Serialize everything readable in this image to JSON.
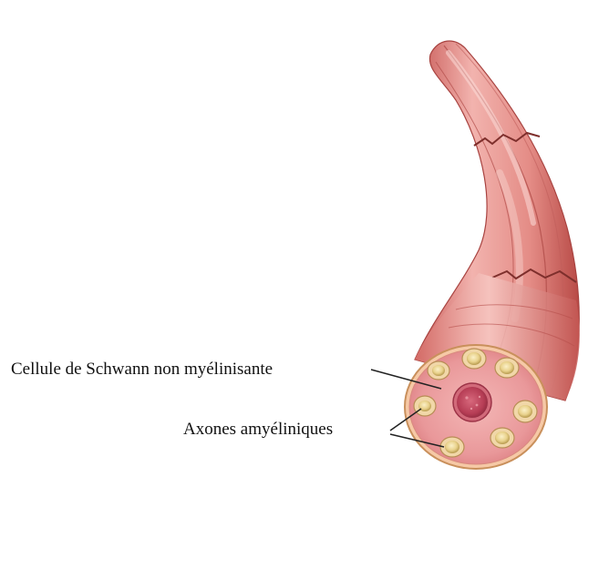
{
  "labels": {
    "schwann_cell": "Cellule de Schwann non myélinisante",
    "axons": "Axones amyéliniques"
  },
  "colors": {
    "background": "#ffffff",
    "fiber_light": "#f2b3ae",
    "fiber_mid": "#e1817a",
    "fiber_dark": "#b84a46",
    "cross_section": "#ea9a9c",
    "axon_fill": "#e7cf86",
    "nucleus": "#b43c52",
    "leader_line": "#222222"
  },
  "icons": [
    "nerve-fiber-illustration"
  ]
}
